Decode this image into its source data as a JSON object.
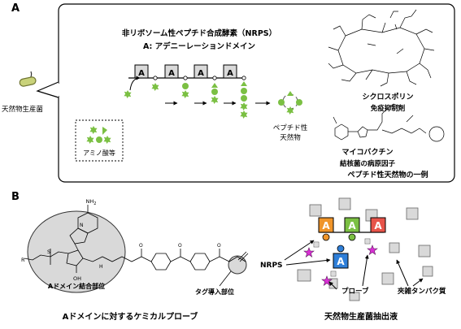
{
  "panel_a": {
    "letter": "A",
    "title_1": "非リボソーム性ペプチド合成酵素（NRPS）",
    "title_2": "A: アデニーレーションドメイン",
    "domain_label": "A",
    "producer_label": "天然物生産菌",
    "amino_acid_label": "アミノ酸等",
    "product_label_1": "ペプチド性",
    "product_label_2": "天然物",
    "cyclosporin_name": "シクロスポリン",
    "cyclosporin_role": "免疫抑制剤",
    "mycobactin_name": "マイコバクチン",
    "mycobactin_role": "結核菌の病原因子",
    "example_caption": "ペプチド性天然物の一例"
  },
  "panel_b": {
    "letter": "B",
    "a_domain_site": "Aドメイン結合部位",
    "tag_site": "タグ導入部位",
    "left_caption": "Aドメインに対するケミカルプローブ",
    "nrps_label": "NRPS",
    "probe_label": "プローブ",
    "protein_label": "夾雑タンパク質",
    "right_caption": "天然物生産菌抽出液",
    "domain_label": "A",
    "nh2": "NH",
    "nh2_sub": "2",
    "oh": "OH",
    "o": "O",
    "n": "N",
    "h": "H",
    "s": "S",
    "r": "R"
  },
  "colors": {
    "green": "#7bc043",
    "orange": "#f0952a",
    "red": "#e8544a",
    "blue": "#2f7fd8",
    "magenta": "#d92fd4",
    "gray_box": "#d9d9d9"
  }
}
